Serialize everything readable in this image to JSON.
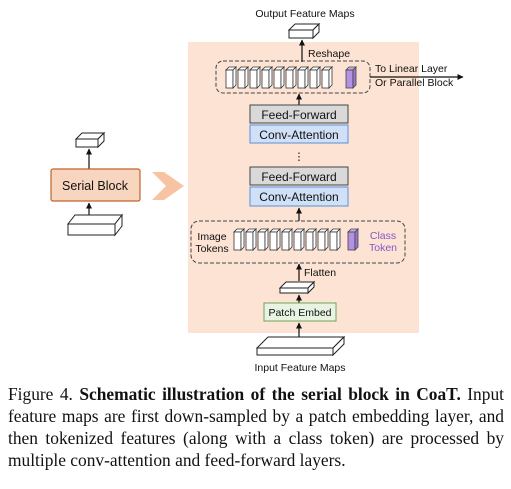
{
  "diagram": {
    "output_label": "Output Feature Maps",
    "reshape_label": "Reshape",
    "to_linear_label_1": "To Linear Layer",
    "to_linear_label_2": "Or Parallel Block",
    "feed_forward_label": "Feed-Forward",
    "conv_attention_label": "Conv-Attention",
    "ellipsis": "⋮",
    "image_tokens_label_1": "Image",
    "image_tokens_label_2": "Tokens",
    "class_token_label_1": "Class",
    "class_token_label_2": "Token",
    "flatten_label": "Flatten",
    "patch_embed_label": "Patch Embed",
    "input_label": "Input Feature Maps",
    "serial_block_label": "Serial Block",
    "colors": {
      "panel_bg": "#fce3d3",
      "serial_block_fill": "#f8d5bf",
      "serial_block_stroke": "#c0632a",
      "arrow_fill": "#f8c3a2",
      "feed_forward_fill": "#d9d9d9",
      "conv_attention_fill": "#cfe0f7",
      "conv_attention_stroke": "#5b8fd6",
      "patch_embed_fill": "#e8f3e1",
      "patch_embed_stroke": "#6fa35a",
      "class_token_fill": "#b592e0",
      "class_token_text": "#8a55c9"
    }
  },
  "caption": {
    "figure_label": "Figure 4.",
    "bold_title": "Schematic illustration of the serial block in CoaT.",
    "body": "Input feature maps are first down-sampled by a patch embedding layer, and then tokenized features (along with a class token) are processed by multiple conv-attention and feed-forward layers."
  }
}
